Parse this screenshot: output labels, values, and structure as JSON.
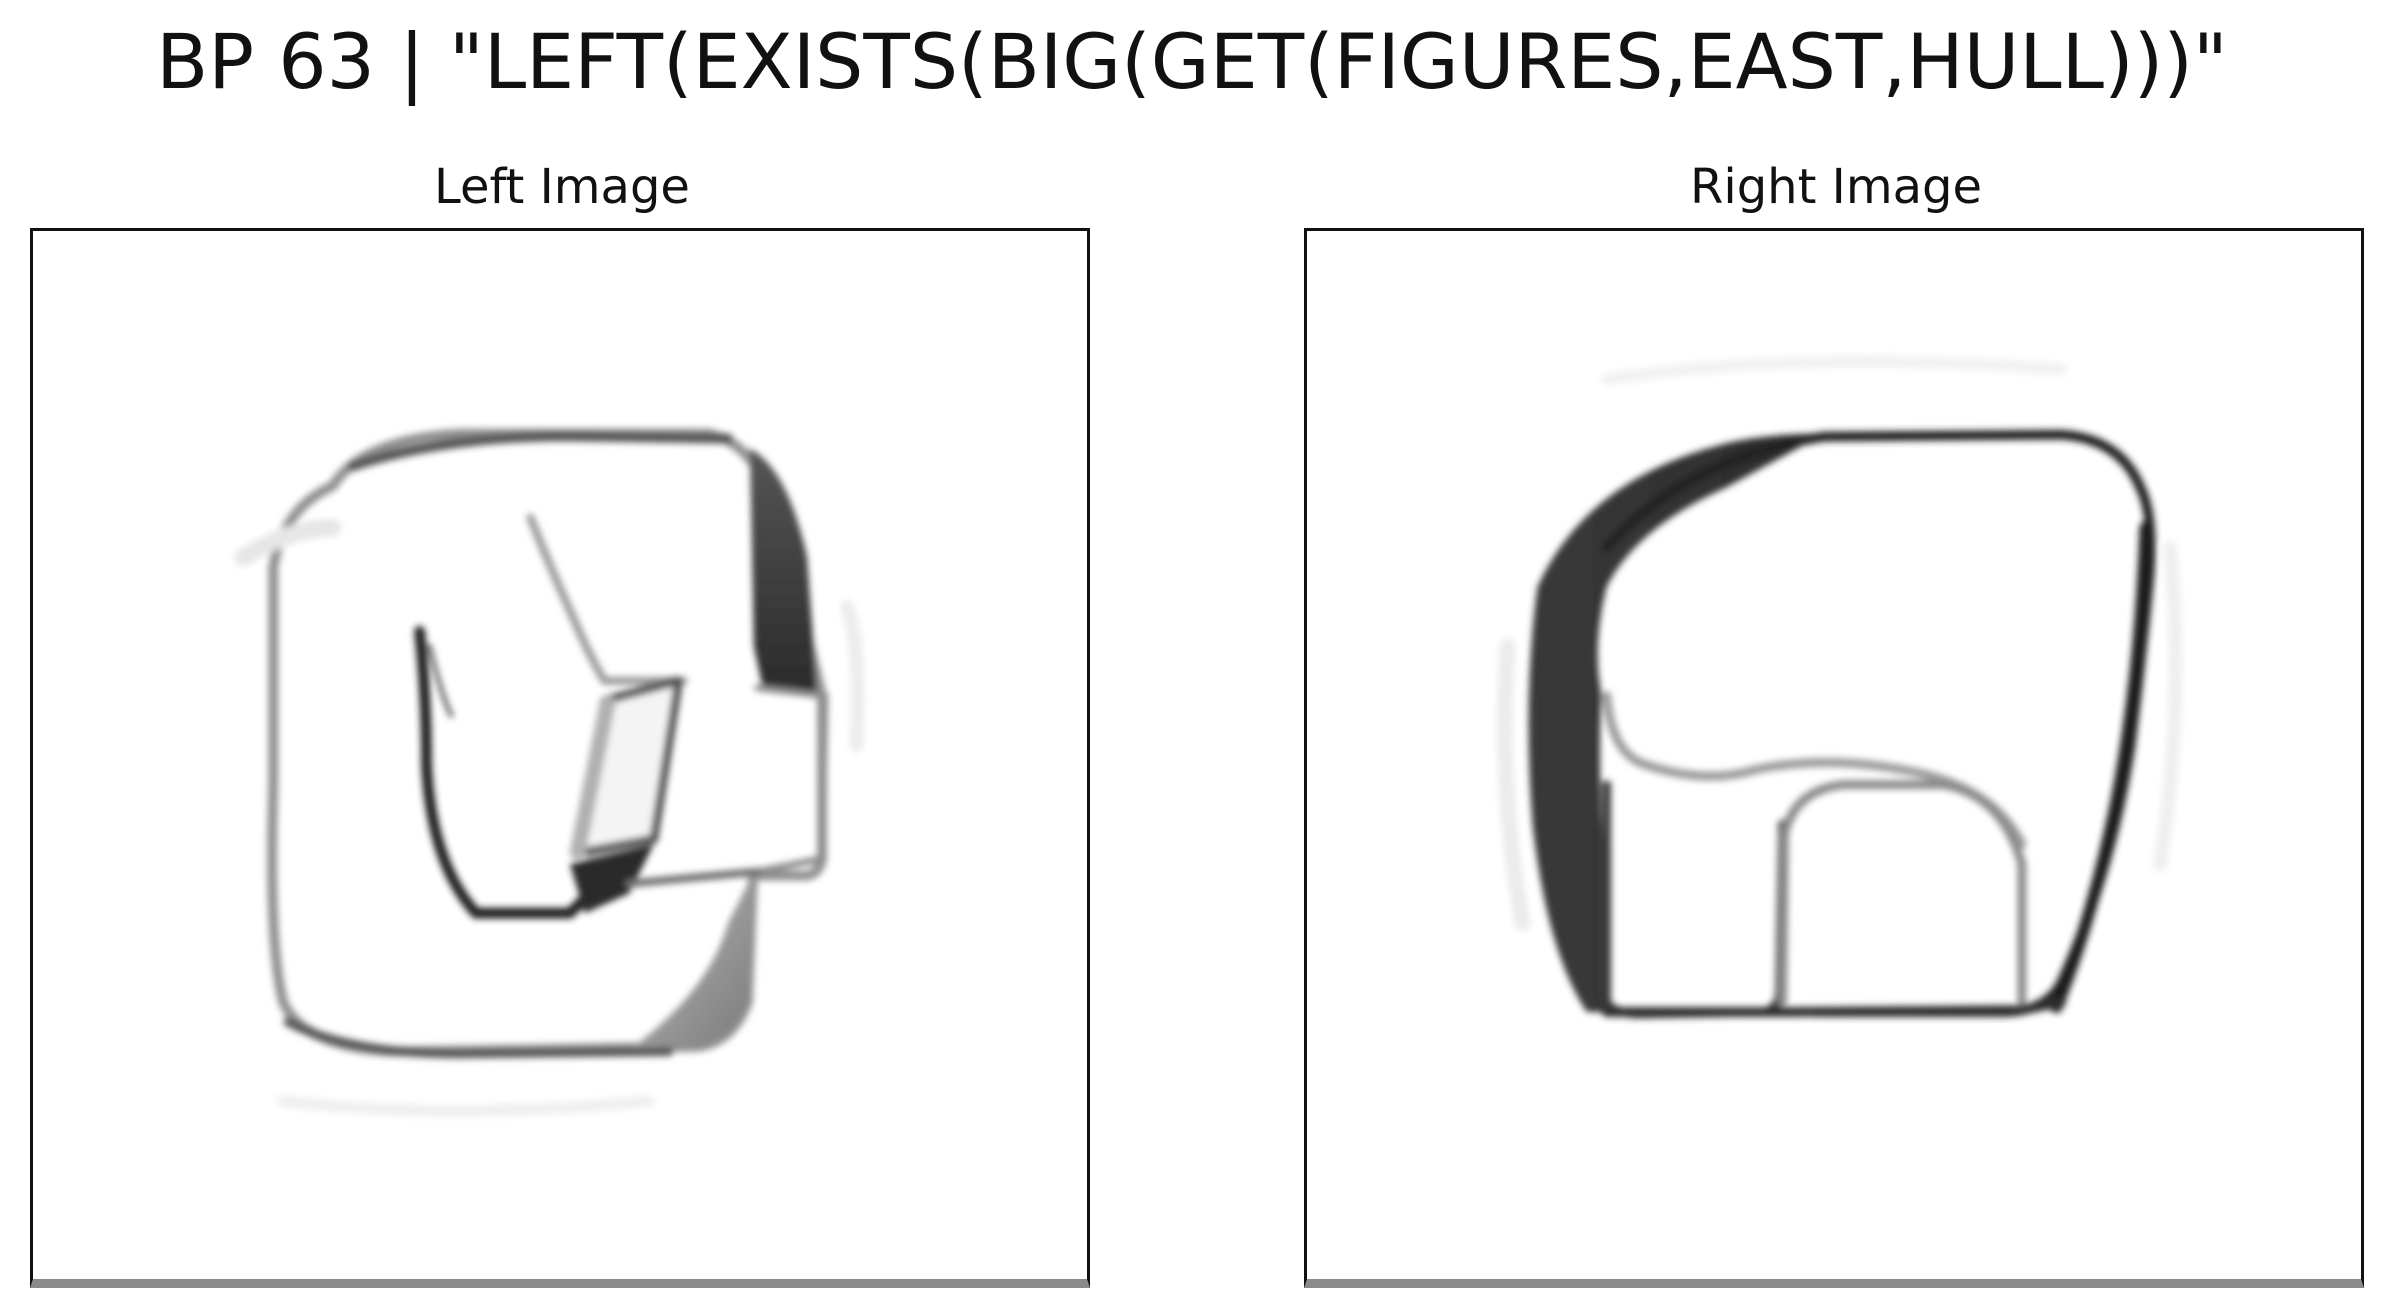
{
  "title": "BP 63 | \"LEFT(EXISTS(BIG(GET(FIGURES,EAST,HULL)))\"",
  "panels": {
    "left": {
      "title": "Left Image",
      "figure": "rounded-hollow-blob-with-inner-notch"
    },
    "right": {
      "title": "Right Image",
      "figure": "rounded-arch-with-inner-rectangles"
    }
  },
  "colors": {
    "background": "#ffffff",
    "ink": "#111111",
    "stroke_dark": "#2f2f2f",
    "stroke_mid": "#6e6e6e",
    "stroke_light": "#b5b5b5",
    "frame_bottom": "#8a8a8a"
  }
}
